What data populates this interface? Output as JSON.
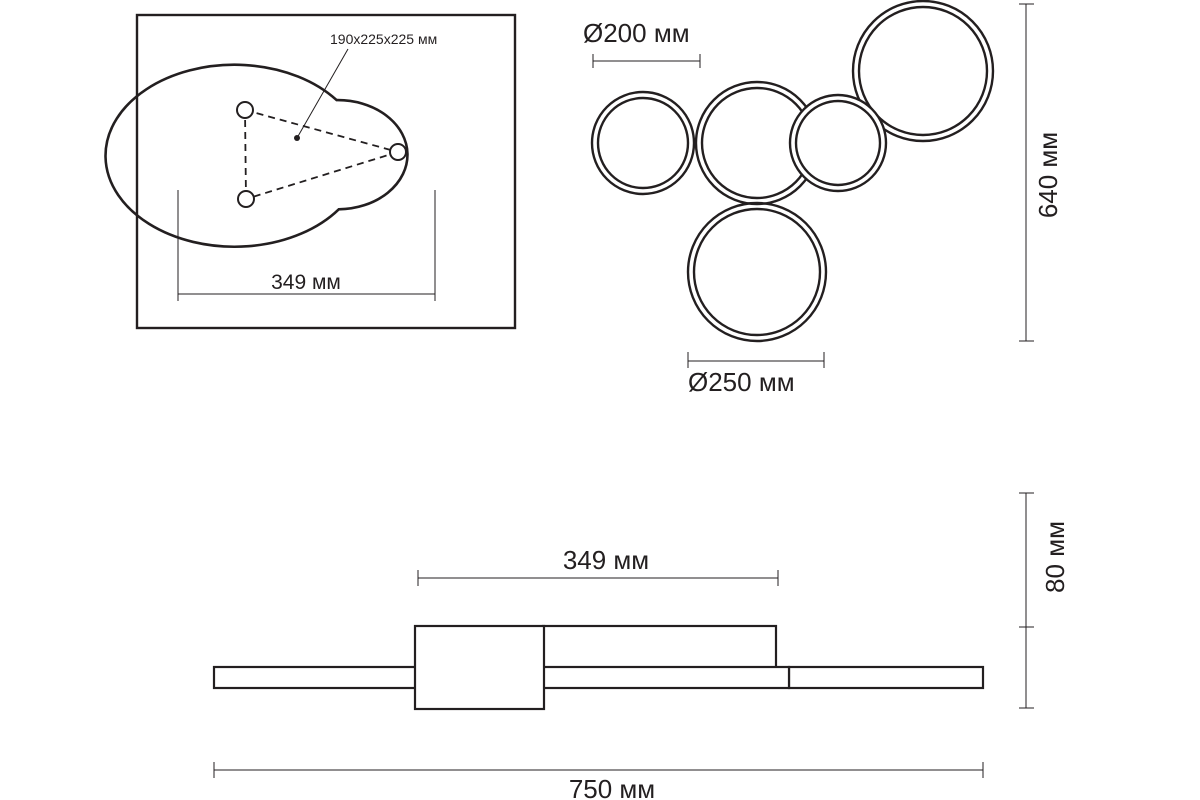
{
  "mount_view": {
    "mount_label": "190x225x225 мм",
    "width_label": "349 мм"
  },
  "top_view": {
    "small_diameter_label": "Ø200 мм",
    "large_diameter_label": "Ø250 мм",
    "height_label": "640 мм"
  },
  "side_view": {
    "base_width_label": "349 мм",
    "depth_label": "80 мм",
    "total_width_label": "750 мм"
  },
  "colors": {
    "line": "#231f20",
    "background": "#ffffff"
  }
}
